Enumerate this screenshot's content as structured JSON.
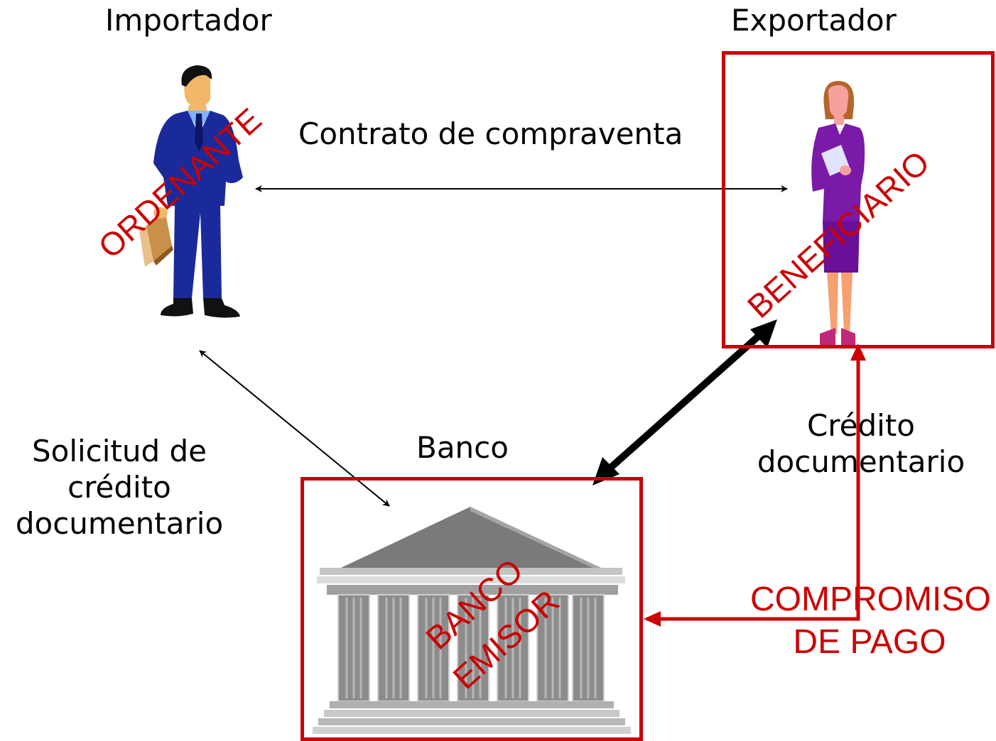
{
  "parties": {
    "importer": {
      "label": "Importador",
      "role": "ORDENANTE"
    },
    "exporter": {
      "label": "Exportador",
      "role": "BENEFICIARIO"
    },
    "bank": {
      "label": "Banco",
      "role_line1": "BANCO",
      "role_line2": "EMISOR"
    }
  },
  "flows": {
    "contract": "Contrato de compraventa",
    "application": {
      "line1": "Solicitud de",
      "line2": "crédito",
      "line3": "documentario"
    },
    "credit": {
      "line1": "Crédito",
      "line2": "documentario"
    },
    "commitment": {
      "line1": "COMPROMISO",
      "line2": "DE PAGO"
    }
  },
  "colors": {
    "accent": "#cc0000",
    "frame": "#c8000a",
    "arrow": "#000000"
  }
}
